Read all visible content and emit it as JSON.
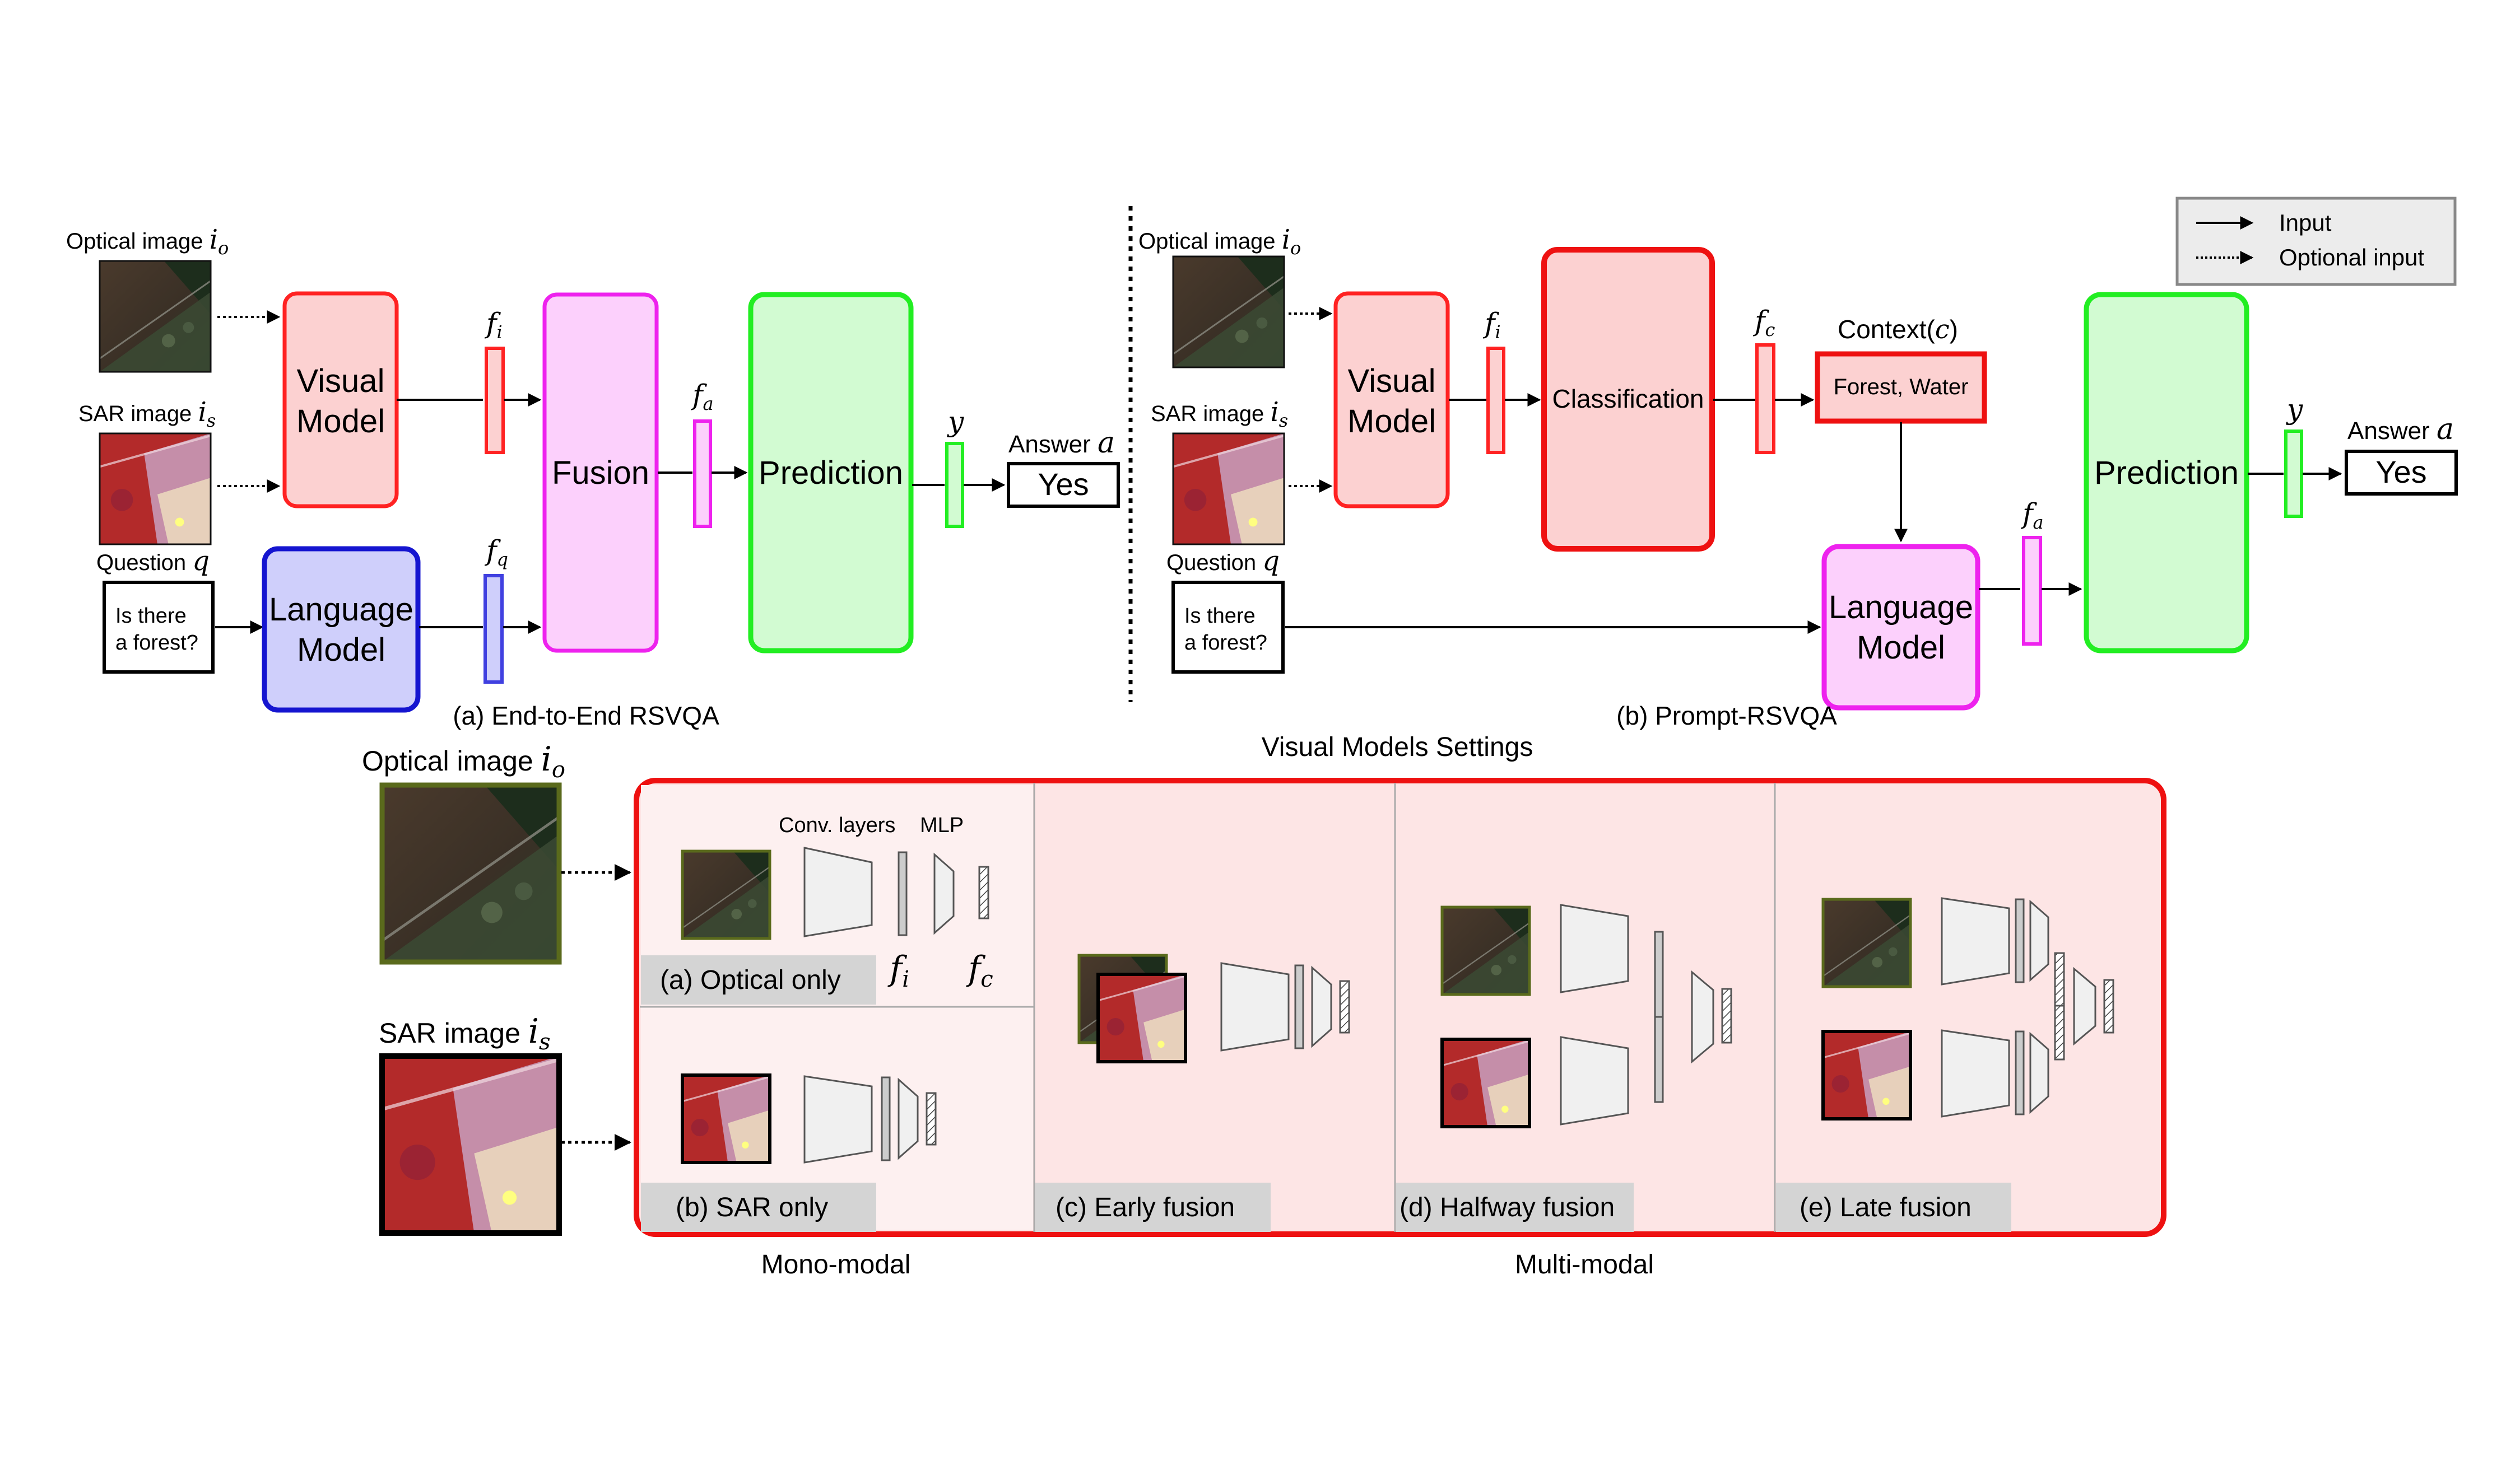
{
  "colors": {
    "visual_fill": "#fcd1d1",
    "visual_stroke": "#ff2222",
    "fusion_fill": "#fcd0fc",
    "fusion_stroke": "#ee22ee",
    "prediction_fill": "#d2fbd2",
    "prediction_stroke": "#22ee22",
    "language_fill": "#cfcffb",
    "language_stroke": "#1515d0",
    "settings_fill": "#fde5e5",
    "settings_stroke": "#ee1111",
    "tag_fill": "#d4d4d4",
    "legend_fill": "#ececec"
  },
  "legend": {
    "input": "Input",
    "optional": "Optional input"
  },
  "left": {
    "optical_label": "Optical image",
    "optical_sym": "i",
    "optical_sub": "o",
    "sar_label": "SAR image",
    "sar_sym": "i",
    "sar_sub": "s",
    "question_label": "Question",
    "question_sym": "q",
    "question_line1": "Is there",
    "question_line2": "a forest?",
    "visual_line1": "Visual",
    "visual_line2": "Model",
    "language_line1": "Language",
    "language_line2": "Model",
    "fusion": "Fusion",
    "prediction": "Prediction",
    "fi_sym": "f",
    "fi_sub": "i",
    "fq_sym": "f",
    "fq_sub": "q",
    "fa_sym": "f",
    "fa_sub": "a",
    "y_sym": "y",
    "answer_label": "Answer",
    "answer_sym": "a",
    "answer_value": "Yes",
    "caption": "(a) End-to-End RSVQA"
  },
  "right": {
    "optical_label": "Optical image",
    "optical_sym": "i",
    "optical_sub": "o",
    "sar_label": "SAR image",
    "sar_sym": "i",
    "sar_sub": "s",
    "question_label": "Question",
    "question_sym": "q",
    "question_line1": "Is there",
    "question_line2": "a forest?",
    "visual_line1": "Visual",
    "visual_line2": "Model",
    "classification": "Classification",
    "fi_sym": "f",
    "fi_sub": "i",
    "fc_sym": "f",
    "fc_sub": "c",
    "context_label": "Context(",
    "context_sym": "c",
    "context_close": ")",
    "context_value": "Forest, Water",
    "language_line1": "Language",
    "language_line2": "Model",
    "fa_sym": "f",
    "fa_sub": "a",
    "prediction": "Prediction",
    "y_sym": "y",
    "answer_label": "Answer",
    "answer_sym": "a",
    "answer_value": "Yes",
    "caption": "(b) Prompt-RSVQA"
  },
  "bottom": {
    "optical_label": "Optical image",
    "optical_sym": "i",
    "optical_sub": "o",
    "sar_label": "SAR image",
    "sar_sym": "i",
    "sar_sub": "s",
    "title": "Visual Models Settings",
    "conv_label": "Conv. layers",
    "mlp_label": "MLP",
    "fi_sym": "f",
    "fi_sub": "i",
    "fc_sym": "f",
    "fc_sub": "c",
    "tag_a": "(a) Optical only",
    "tag_b": "(b) SAR only",
    "tag_c": "(c) Early fusion",
    "tag_d": "(d) Halfway fusion",
    "tag_e": "(e) Late fusion",
    "mono_label": "Mono-modal",
    "multi_label": "Multi-modal"
  }
}
